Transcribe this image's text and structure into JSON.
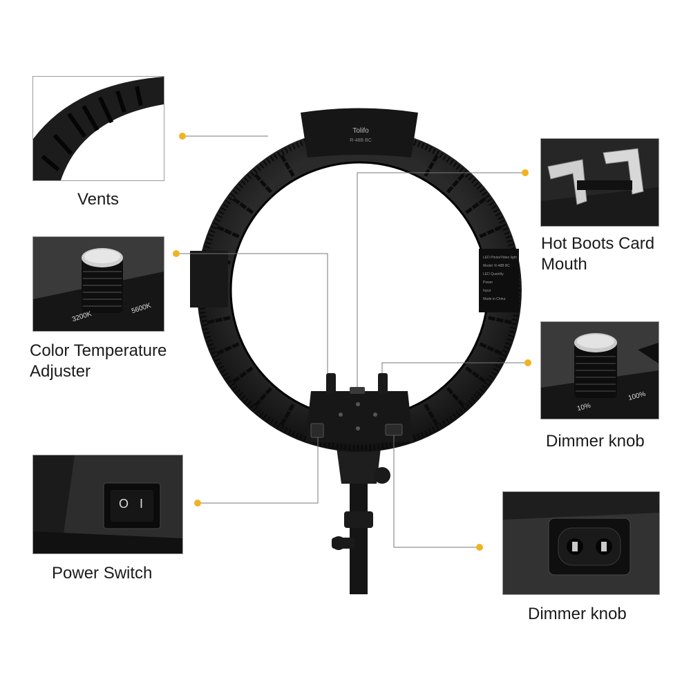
{
  "product": {
    "brand_logo": "Tolifo",
    "model_text": "R-48B BC",
    "spec_plate_lines": [
      "LED Photo/Video light",
      "Model: R-48B BC",
      "LED Quantity",
      "Power",
      "Input",
      "Made in China"
    ]
  },
  "colors": {
    "accent_dot": "#f0b323",
    "leader_line": "#777777",
    "ring_body": "#1c1c1c"
  },
  "callouts": [
    {
      "id": "vents",
      "label_lines": [
        "Vents"
      ]
    },
    {
      "id": "hot-boots",
      "label_lines": [
        "Hot Boots Card",
        "Mouth"
      ]
    },
    {
      "id": "color-temp",
      "label_lines": [
        "Color Temperature",
        "Adjuster"
      ],
      "scale_low": "3200K",
      "scale_high": "5600K"
    },
    {
      "id": "dimmer-top",
      "label_lines": [
        "Dimmer knob"
      ],
      "scale_low": "10%",
      "scale_high": "100%"
    },
    {
      "id": "power-switch",
      "label_lines": [
        "Power Switch"
      ],
      "switch_marks": [
        "O",
        "I"
      ]
    },
    {
      "id": "dimmer-bottom",
      "label_lines": [
        "Dimmer knob"
      ]
    }
  ]
}
